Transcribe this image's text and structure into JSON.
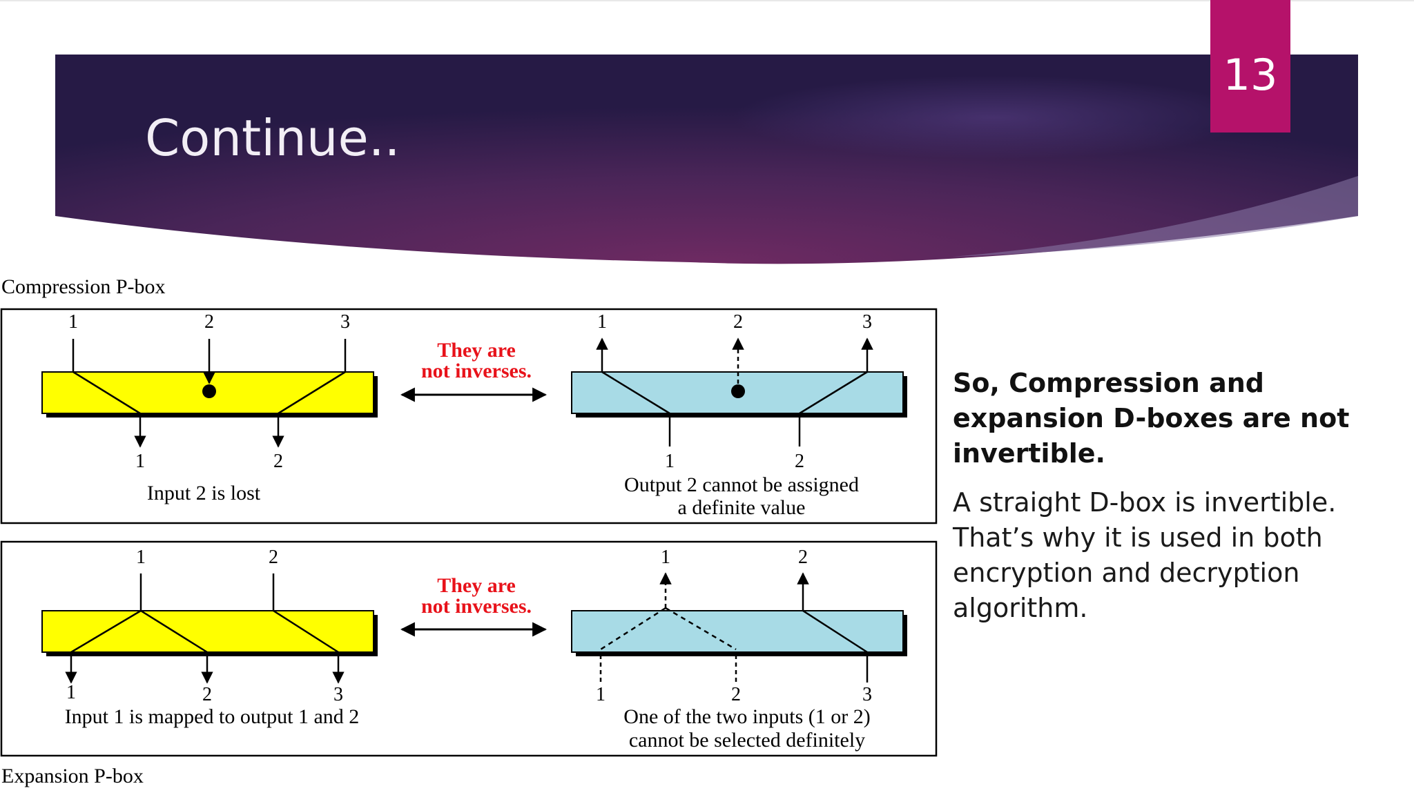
{
  "slide": {
    "title": "Continue..",
    "page_number": "13"
  },
  "colors": {
    "banner_dark": "#2a1c4a",
    "banner_mid": "#6e2a62",
    "page_tab": "#b5126a",
    "compression_box": "#ffff00",
    "expansion_box": "#a8dbe6",
    "emphasis_red": "#e8121a"
  },
  "compression": {
    "heading": "Compression P-box",
    "left": {
      "inputs": [
        "1",
        "2",
        "3"
      ],
      "outputs": [
        "1",
        "2"
      ],
      "caption": "Input 2 is lost"
    },
    "middle_label_line1": "They are",
    "middle_label_line2": "not inverses.",
    "right": {
      "top_labels": [
        "1",
        "2",
        "3"
      ],
      "bottom_labels": [
        "1",
        "2"
      ],
      "caption_line1": "Output 2 cannot be assigned",
      "caption_line2": "a definite value"
    }
  },
  "expansion": {
    "heading": "Expansion P-box",
    "left": {
      "inputs": [
        "1",
        "2"
      ],
      "outputs": [
        "1",
        "2",
        "3"
      ],
      "caption": "Input 1 is mapped to output 1 and 2"
    },
    "middle_label_line1": "They are",
    "middle_label_line2": "not inverses.",
    "right": {
      "top_labels": [
        "1",
        "2"
      ],
      "bottom_labels": [
        "1",
        "2",
        "3"
      ],
      "caption_line1": "One of the two inputs (1 or 2)",
      "caption_line2": "cannot be selected definitely"
    }
  },
  "right_panel": {
    "conclusion": "So, Compression and expansion D-boxes are not invertible.",
    "body": "A straight D-box is invertible. That’s why it is used in both encryption and decryption algorithm."
  }
}
